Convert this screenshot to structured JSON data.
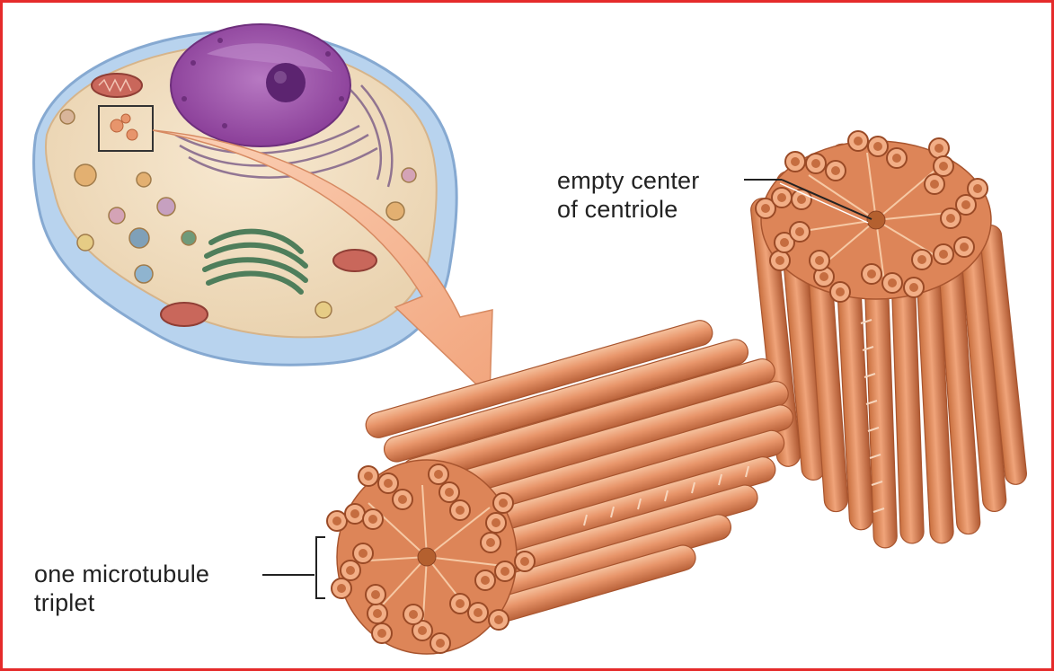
{
  "labels": {
    "empty_center_line1": "empty center",
    "empty_center_line2": "of centriole",
    "triplet_line1": "one microtubule",
    "triplet_line2": "triplet"
  },
  "colors": {
    "frame": "#e52b2b",
    "tubule_fill": "#e8956a",
    "tubule_dark": "#b9623a",
    "tubule_light": "#f7c3a0",
    "arrow_fill": "#f6b894",
    "cell_membrane": "#a9c6e6",
    "nucleus": "#9a4fa8",
    "cytoplasm": "#f3e2c6"
  },
  "icons": {
    "cell": "animal-cell-illustration",
    "arrow": "curved-arrow",
    "centriole": "centriole-cylinder"
  }
}
